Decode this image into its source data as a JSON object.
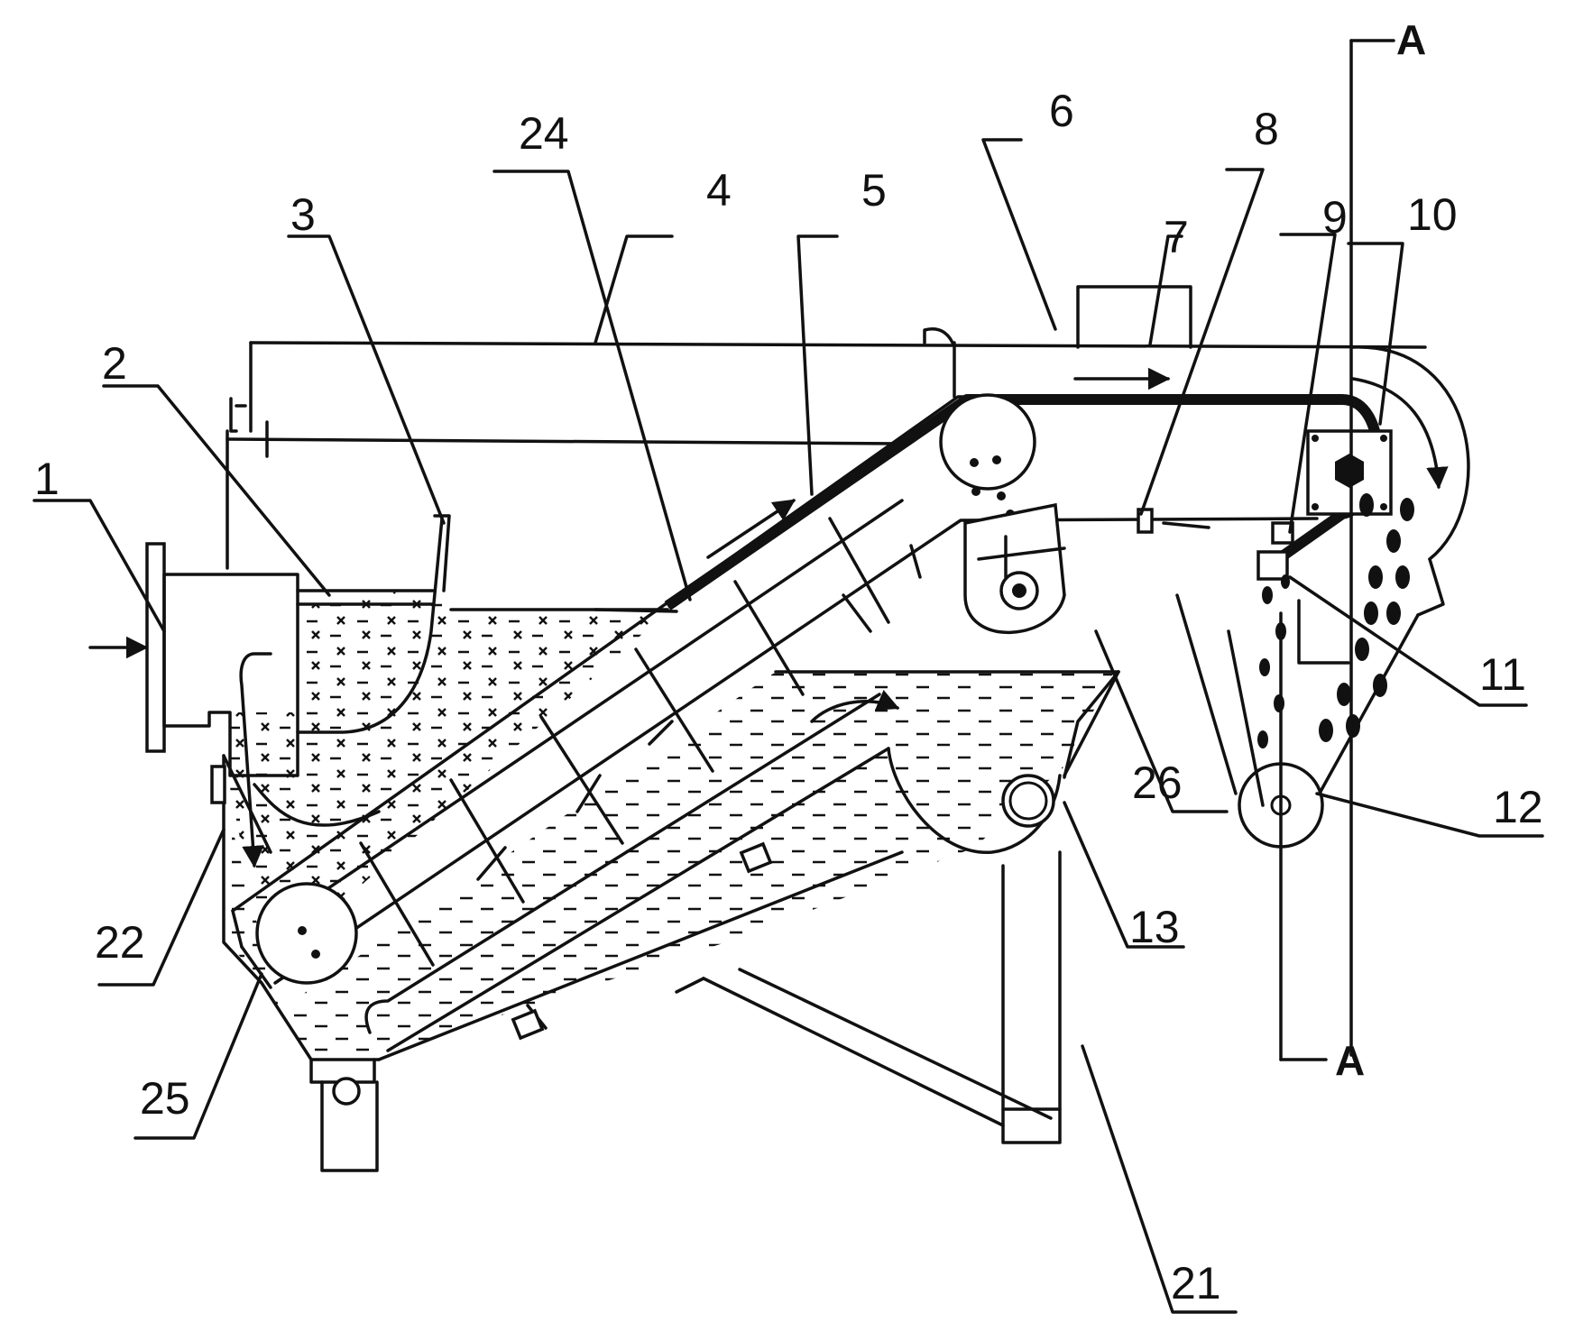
{
  "figure": {
    "part_labels": [
      "1",
      "2",
      "3",
      "4",
      "5",
      "6",
      "7",
      "8",
      "9",
      "10",
      "11",
      "12",
      "13",
      "21",
      "22",
      "24",
      "25",
      "26"
    ],
    "section_mark": "A"
  },
  "colors": {
    "line": "#111111",
    "background": "#ffffff"
  }
}
